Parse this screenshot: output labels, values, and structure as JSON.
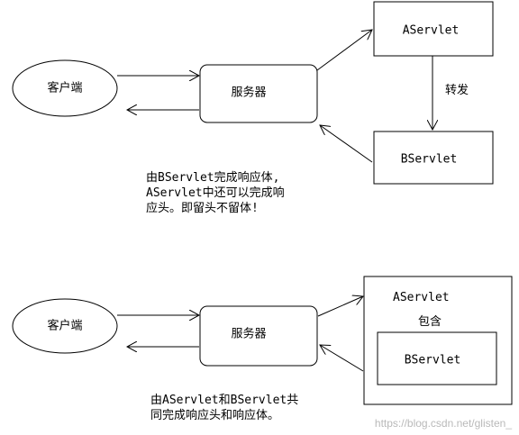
{
  "top": {
    "client": "客户端",
    "server": "服务器",
    "servlet_a": "AServlet",
    "servlet_b": "BServlet",
    "arrow_label": "转发",
    "note_lines": [
      "由BServlet完成响应体,",
      "AServlet中还可以完成响",
      "应头。即留头不留体!"
    ]
  },
  "bottom": {
    "client": "客户端",
    "server": "服务器",
    "servlet_a": "AServlet",
    "contain_label": "包含",
    "servlet_b": "BServlet",
    "note_lines": [
      "由AServlet和BServlet共",
      "同完成响应头和响应体。"
    ]
  },
  "watermark": "https://blog.csdn.net/glisten_",
  "colors": {
    "stroke": "#000000",
    "background": "#ffffff",
    "watermark": "#b9b9b9"
  }
}
